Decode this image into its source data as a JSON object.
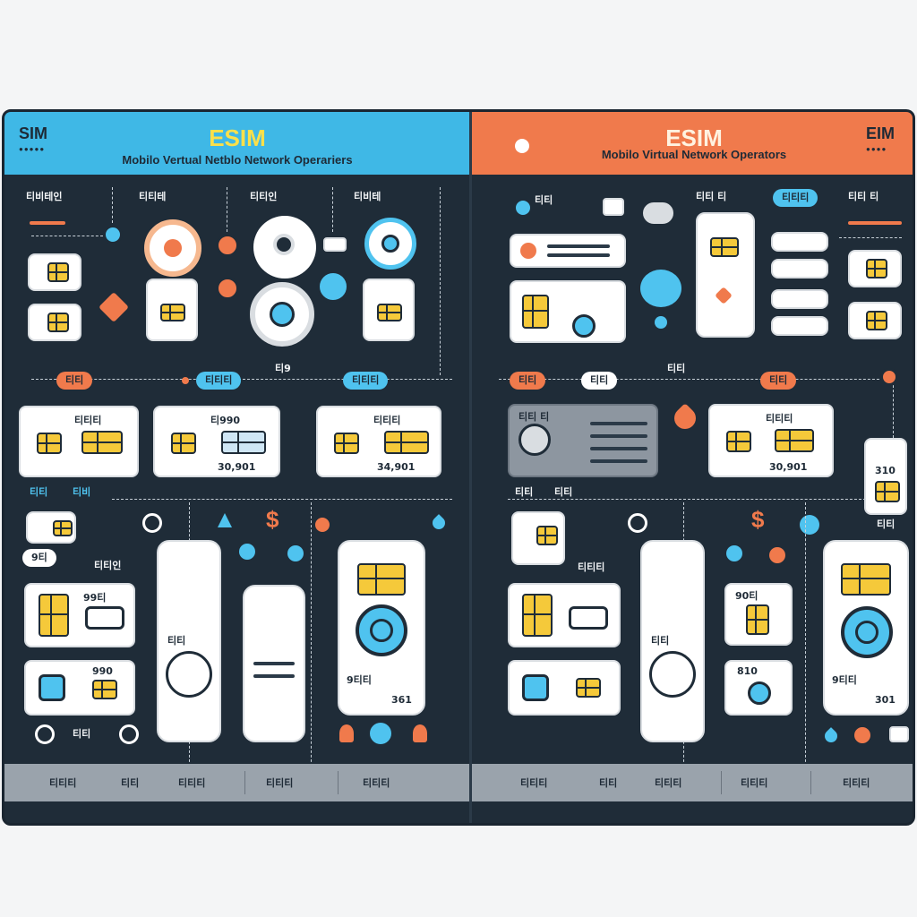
{
  "left": {
    "header": {
      "title": "ESIM",
      "subtitle": "Mobilo Vertual Netblo Network Operariers",
      "tag": "SIM"
    },
    "labels": {
      "top_1": "티비테인",
      "top_2": "티티테",
      "top_3": "티티인",
      "top_4": "티비테",
      "pill_1": "티티",
      "pill_2": "티티티",
      "pill_3": "티티티",
      "mid_center": "티9",
      "card_1": "티티티",
      "card_2": "티990",
      "card_3": "티티티",
      "price_2": "30,901",
      "price_3": "34,901",
      "row_lbl_1": "티티",
      "row_lbl_2": "티비",
      "small_1": "9티",
      "small_2": "티티인",
      "card_4": "99티",
      "card_5": "990",
      "tall_lbl": "티티",
      "phone_lbl_1": "9티티",
      "phone_lbl_2": "361",
      "bottom_1": "티티"
    },
    "footer": [
      "티티티",
      "티티",
      "티티티",
      "티티티",
      "티티티"
    ]
  },
  "right": {
    "header": {
      "title": "ESIM",
      "subtitle": "Mobilo Virtual Network Operators",
      "tag": "EIM"
    },
    "labels": {
      "top_1": "티티",
      "top_2": "티티 티",
      "top_3": "티티티",
      "top_4": "티티 티",
      "pill_1": "티티",
      "pill_2": "티티",
      "pill_3": "티티",
      "mid_center": "티티",
      "card_1": "티티 티",
      "card_2": "티티티",
      "price_2": "30,901",
      "row_lbl_1": "티티",
      "row_lbl_2": "티티",
      "small_1": "티티티",
      "card_4": "90티",
      "card_5": "810",
      "tall_lbl": "티티",
      "phone_lbl_1": "9티티",
      "phone_lbl_2": "301",
      "side_lbl": "티티",
      "side_num": "310"
    },
    "footer": [
      "티티티",
      "티티",
      "티티티",
      "티티티",
      "티티티"
    ]
  },
  "colors": {
    "blue": "#3fb8e6",
    "orange": "#f07a4c",
    "yellow": "#f5c93a",
    "navy": "#1f2c38"
  },
  "icons": [
    "sim-chip-icon",
    "wifi-icon",
    "dollar-icon",
    "diamond-icon",
    "lock-icon",
    "target-icon"
  ]
}
